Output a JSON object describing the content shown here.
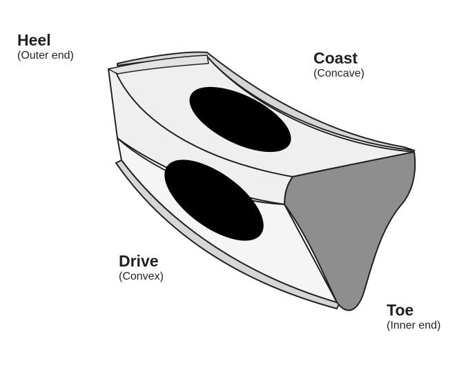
{
  "labels": {
    "heel": {
      "title": "Heel",
      "sub": "(Outer end)"
    },
    "coast": {
      "title": "Coast",
      "sub": "(Concave)"
    },
    "drive": {
      "title": "Drive",
      "sub": "(Convex)"
    },
    "toe": {
      "title": "Toe",
      "sub": "(Inner end)"
    }
  },
  "colors": {
    "outline": "#231f20",
    "tooth_face": "#e6e6e6",
    "tooth_flank": "#f4f4f4",
    "toe_face": "#8e8e8e",
    "contact_pattern": "#000000",
    "background": "#ffffff"
  }
}
